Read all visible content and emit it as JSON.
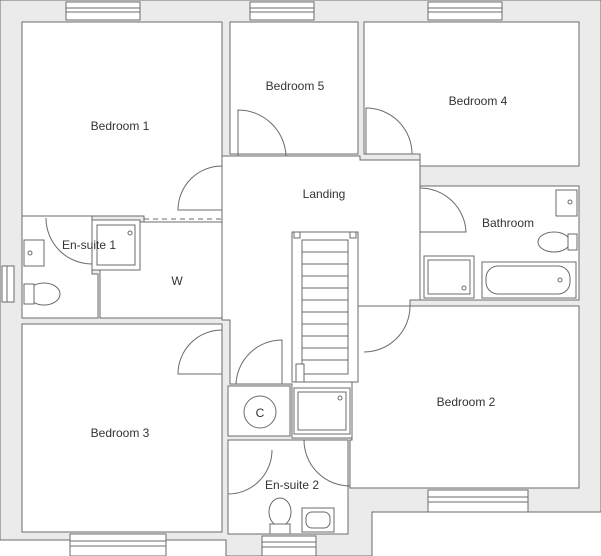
{
  "rooms": {
    "bedroom1": "Bedroom 1",
    "bedroom2": "Bedroom 2",
    "bedroom3": "Bedroom 3",
    "bedroom4": "Bedroom 4",
    "bedroom5": "Bedroom 5",
    "ensuite1": "En-suite 1",
    "ensuite2": "En-suite 2",
    "landing": "Landing",
    "bathroom": "Bathroom",
    "wardrobe": "W",
    "cupboard": "C"
  },
  "colors": {
    "wall_fill": "#ebebeb",
    "line": "#6b6b6b",
    "text": "#333333",
    "room_fill": "#ffffff"
  }
}
